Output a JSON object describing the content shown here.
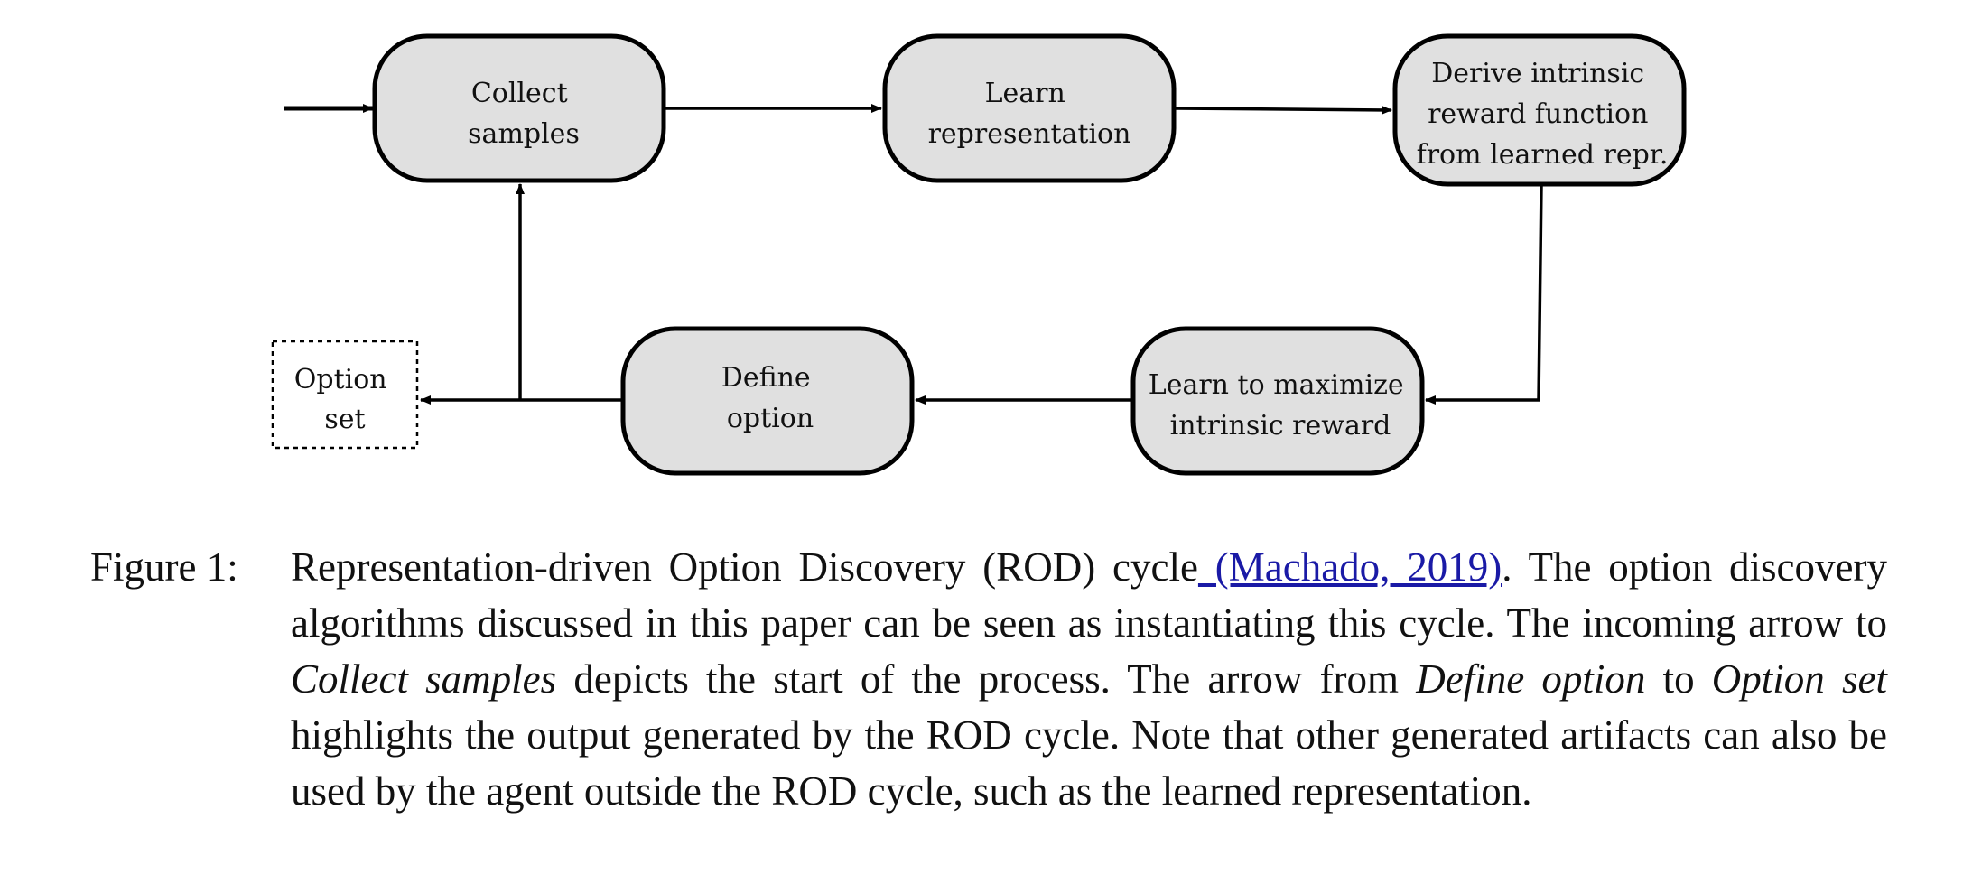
{
  "diagram": {
    "nodes": {
      "collect_samples": [
        "Collect",
        "samples"
      ],
      "learn_representation": [
        "Learn",
        "representation"
      ],
      "derive_reward": [
        "Derive intrinsic",
        "reward function",
        "from learned repr."
      ],
      "learn_maximize": [
        "Learn to maximize",
        "intrinsic reward"
      ],
      "define_option": [
        "Define",
        "option"
      ],
      "option_set": [
        "Option",
        "set"
      ]
    }
  },
  "caption": {
    "label": "Figure 1:",
    "part1": "Representation-driven Option Discovery (ROD) cycle",
    "citation": " (Machado, 2019)",
    "part2": ". The option discovery algorithms discussed in this paper can be seen as instantiating this cycle. The incoming arrow to ",
    "em1": "Collect samples",
    "part3": " depicts the start of the process. The arrow from ",
    "em2": "Define option",
    "part4": " to ",
    "em3": "Option set",
    "part5": " highlights the output generated by the ROD cycle. Note that other generated artifacts can also be used by the agent outside the ROD cycle, such as the learned representation."
  },
  "colors": {
    "node_fill": "#e0e0e0",
    "stroke": "#000000",
    "citation": "#1a1aa6"
  }
}
